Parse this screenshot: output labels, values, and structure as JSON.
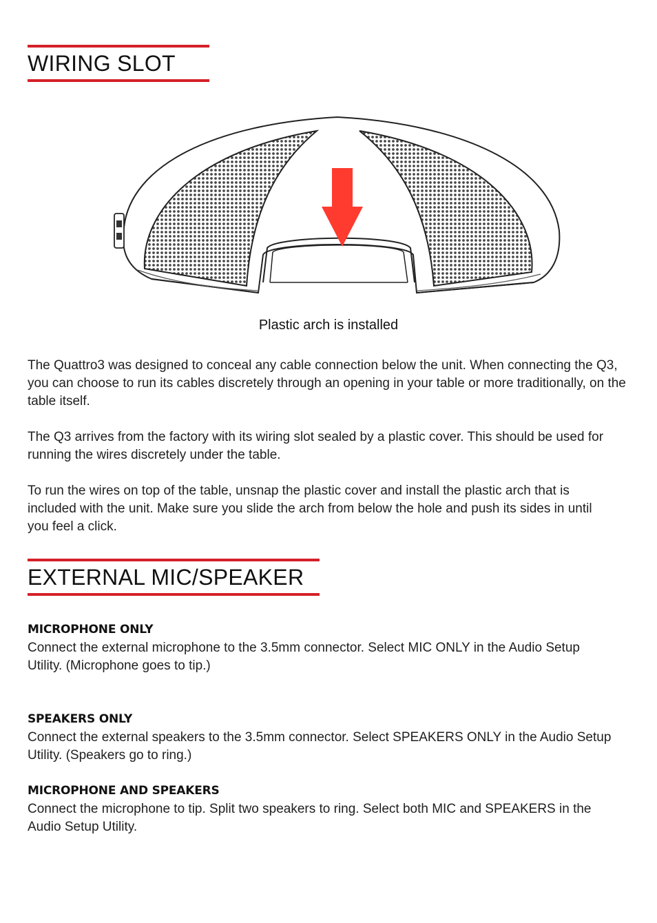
{
  "wiring_slot": {
    "title": "WIRING SLOT",
    "caption": "Plastic arch is installed",
    "paragraphs": [
      "The Quattro3 was designed to conceal any cable connection below the unit.  When connecting the Q3, you can choose to run its cables discretely through an opening in your table or more traditionally, on the table itself.",
      "The Q3 arrives from the factory with its wiring slot sealed by a plastic cover. This should be used for running the wires discretely under the table.",
      "To run the wires on top of the table, unsnap the plastic cover and install the plastic arch that is included with the unit. Make sure you slide the arch from below the hole and push its sides in until you feel a click."
    ]
  },
  "external_mic_speaker": {
    "title": "EXTERNAL MIC/SPEAKER",
    "items": [
      {
        "heading": "MICROPHONE ONLY",
        "text": "Connect the external microphone to the 3.5mm connector. Select MIC ONLY in the Audio Setup Utility.  (Microphone goes to tip.)"
      },
      {
        "heading": "SPEAKERS ONLY",
        "text": "Connect the external speakers to the 3.5mm connector. Select SPEAKERS ONLY in the Audio Setup Utility.  (Speakers go to ring.)"
      },
      {
        "heading": "MICROPHONE AND SPEAKERS",
        "text": "Connect the microphone to tip. Split two speakers to ring. Select both MIC and SPEAKERS in the Audio Setup Utility."
      }
    ]
  },
  "colors": {
    "accent_red": "#d42028",
    "arrow_red": "#ff3b30"
  },
  "figure": {
    "icon": "conference-speaker-illustration"
  }
}
